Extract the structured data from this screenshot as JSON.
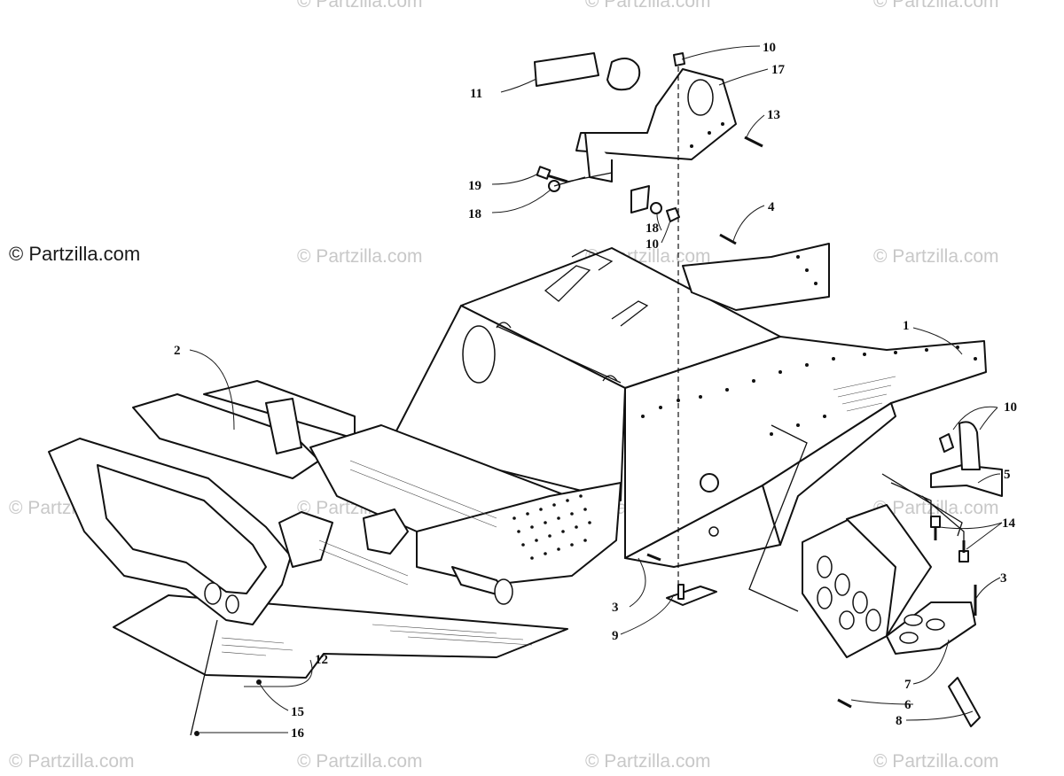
{
  "watermarks": {
    "main": "© Partzilla.com",
    "faint": "© Partzilla.com"
  },
  "callouts": {
    "c1": "1",
    "c2": "2",
    "c3a": "3",
    "c3b": "3",
    "c4": "4",
    "c5": "5",
    "c6": "6",
    "c7": "7",
    "c8": "8",
    "c9": "9",
    "c10a": "10",
    "c10b": "10",
    "c10c": "10",
    "c11": "11",
    "c12": "12",
    "c13": "13",
    "c14": "14",
    "c15": "15",
    "c16": "16",
    "c17": "17",
    "c18a": "18",
    "c18b": "18",
    "c19": "19"
  }
}
